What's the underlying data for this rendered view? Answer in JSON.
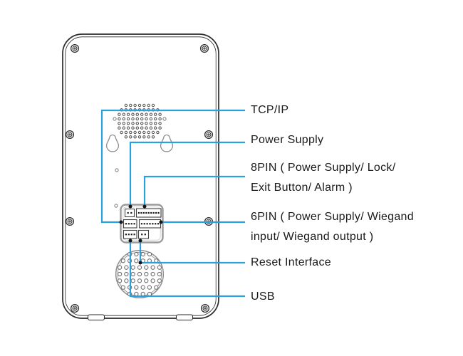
{
  "colors": {
    "accent": "#2BA0DD",
    "outline": "#2B2B2B",
    "detail_gray": "#8F8F8F",
    "text": "#1A1A1A",
    "background": "#FFFFFF"
  },
  "labels": {
    "tcpip": "TCP/IP",
    "power_supply": "Power Supply",
    "pin8_line1": "8PIN ( Power Supply/ Lock/",
    "pin8_line2": "Exit Button/ Alarm )",
    "pin6_line1": "6PIN ( Power Supply/ Wiegand",
    "pin6_line2": "input/ Wiegand output )",
    "reset": "Reset Interface",
    "usb": "USB"
  },
  "device": {
    "name": "access-control-terminal-rear-panel",
    "screw_count": 8,
    "connector_blocks": [
      {
        "id": "power-supply-2pin",
        "pins": 2
      },
      {
        "id": "8pin-header",
        "pins": 9
      },
      {
        "id": "tcpip-4pin",
        "pins": 4
      },
      {
        "id": "6pin-header",
        "pins": 7
      },
      {
        "id": "usb-4pin",
        "pins": 4
      },
      {
        "id": "reset-2pin",
        "pins": 2
      }
    ]
  }
}
